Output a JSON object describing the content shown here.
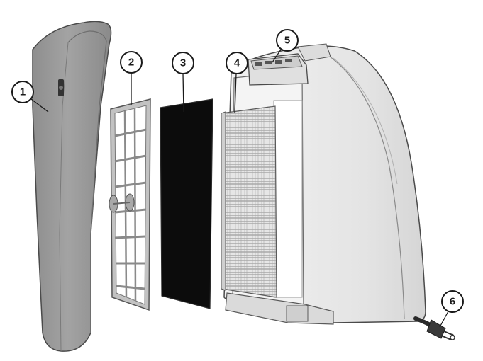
{
  "callouts": [
    {
      "number": "1",
      "part": "front-cover"
    },
    {
      "number": "2",
      "part": "pre-filter-frame"
    },
    {
      "number": "3",
      "part": "carbon-filter"
    },
    {
      "number": "4",
      "part": "hepa-filter"
    },
    {
      "number": "5",
      "part": "control-panel"
    },
    {
      "number": "6",
      "part": "power-cord"
    }
  ],
  "colors": {
    "cover_fill": "#9a9a9a",
    "cover_dark": "#7d7d7d",
    "frame_fill": "#b8b8b8",
    "carbon_fill": "#0c0c0c",
    "hepa_fill": "#e6e6e6",
    "body_fill": "#e9e9e9",
    "outline": "#4a4a4a"
  }
}
